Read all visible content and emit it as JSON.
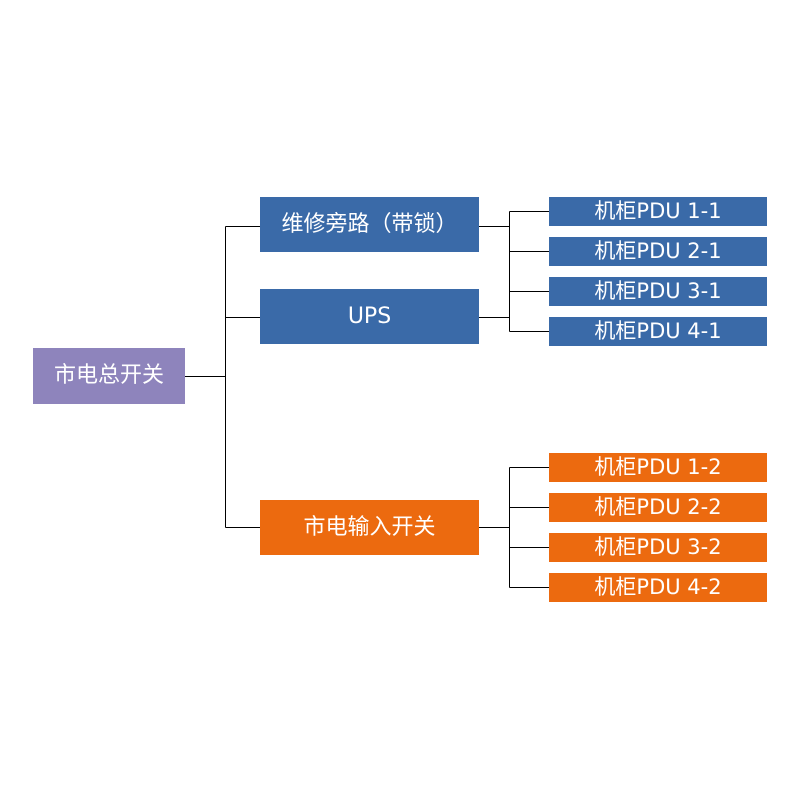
{
  "diagram": {
    "root": {
      "label": "市电总开关",
      "color": "#8e84bc"
    },
    "branches": [
      {
        "label": "维修旁路（带锁）",
        "color": "#3a6aa8",
        "children": []
      },
      {
        "label": "UPS",
        "color": "#3a6aa8",
        "children": [
          "机柜PDU 1-1",
          "机柜PDU 2-1",
          "机柜PDU 3-1",
          "机柜PDU 4-1"
        ]
      },
      {
        "label": "市电输入开关",
        "color": "#ec6a0f",
        "children": [
          "机柜PDU 1-2",
          "机柜PDU 2-2",
          "机柜PDU 3-2",
          "机柜PDU 4-2"
        ]
      }
    ]
  }
}
